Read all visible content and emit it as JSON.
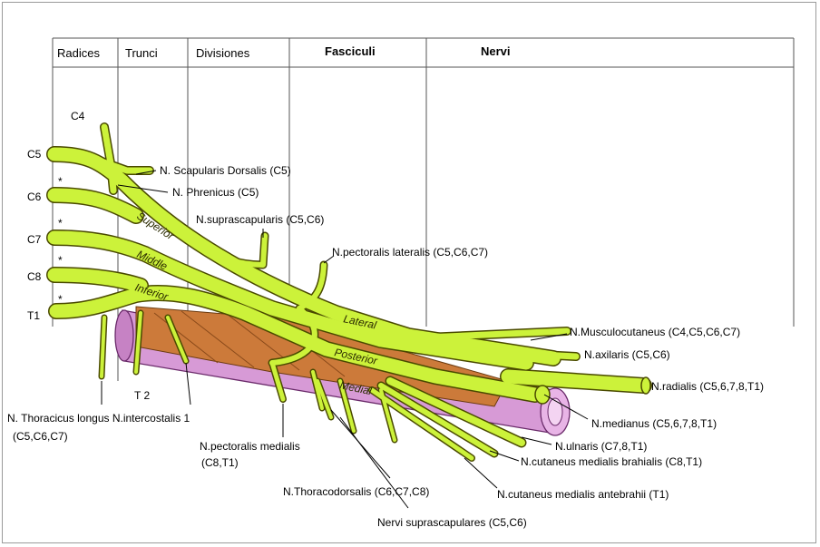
{
  "colors": {
    "nerve": "#ccf23a",
    "nerve_outline": "#4a4a00",
    "artery": "#d79ad6",
    "vein": "#cc7a3a",
    "grid": "#555555"
  },
  "columns": {
    "radices": "Radices",
    "trunci": "Trunci",
    "divisiones": "Divisiones",
    "fasciculi": "Fasciculi",
    "nervi": "Nervi"
  },
  "roots": {
    "c4": "C4",
    "c5": "C5",
    "c6": "C6",
    "c7": "C7",
    "c8": "C8",
    "t1": "T1",
    "t2": "T 2",
    "asterisk": "*"
  },
  "trunks": {
    "superior": "Superior",
    "middle": "Middle",
    "inferior": "Inferior"
  },
  "cords": {
    "lateral": "Lateral",
    "posterior": "Posterior",
    "medial": "Medial"
  },
  "labels": {
    "scapularis_dorsalis": "N. Scapularis Dorsalis (C5)",
    "phrenicus": "N. Phrenicus (C5)",
    "suprascapularis": "N.suprascapularis (C5,C6)",
    "pectoralis_lateralis": "N.pectoralis lateralis (C5,C6,C7)",
    "musculocutaneus": "N.Musculocutaneus (C4,C5,C6,C7)",
    "axilaris": "N.axilaris (C5,C6)",
    "radialis": "N.radialis (C5,6,7,8,T1)",
    "medianus": "N.medianus (C5,6,7,8,T1)",
    "ulnaris": "N.ulnaris (C7,8,T1)",
    "cut_med_brahialis": "N.cutaneus medialis brahialis (C8,T1)",
    "cut_med_antebrahii": "N.cutaneus medialis antebrahii (T1)",
    "thoracodorsalis": "N.Thoracodorsalis (C6,C7,C8)",
    "suprascapulares": "Nervi suprascapulares (C5,C6)",
    "pectoralis_medialis": "N.pectoralis medialis",
    "pectoralis_medialis_roots": "(C8,T1)",
    "thoracicus_longus": "N. Thoracicus longus N.intercostalis 1",
    "thoracicus_longus_roots": "(C5,C6,C7)"
  }
}
